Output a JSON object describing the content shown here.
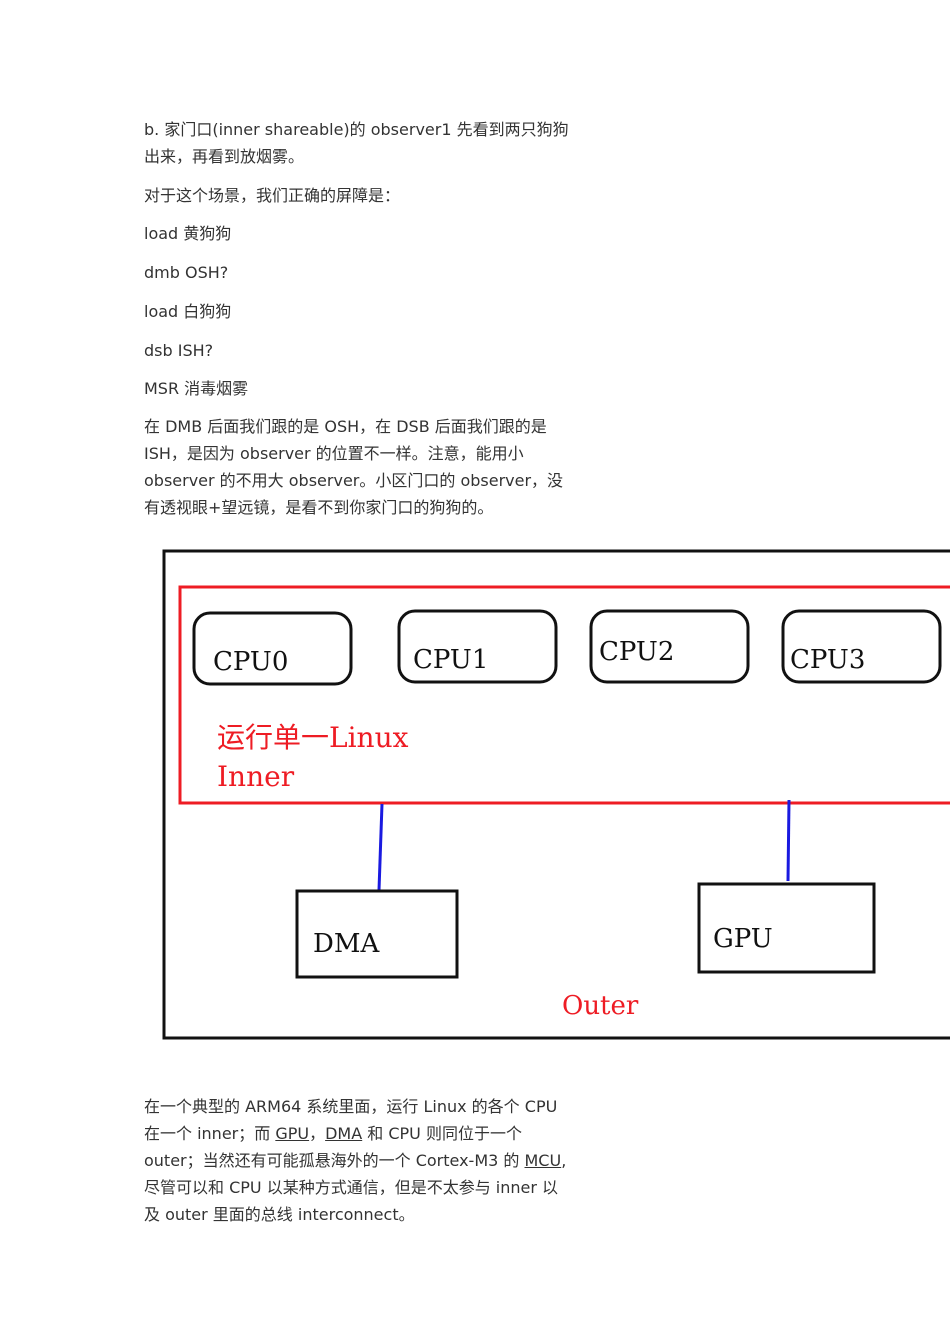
{
  "para1": "b. 家门口(inner shareable)的 observer1 先看到两只狗狗出来，再看到放烟雾。",
  "para2": "对于这个场景，我们正确的屏障是：",
  "code_lines": [
    "load 黄狗狗",
    "dmb OSH?",
    "load 白狗狗",
    "dsb ISH?",
    "MSR 消毒烟雾"
  ],
  "para3": "在 DMB 后面我们跟的是 OSH，在 DSB 后面我们跟的是 ISH，是因为 observer 的位置不一样。注意，能用小 observer 的不用大 observer。小区门口的 observer，没有透视眼+望远镜，是看不到你家门口的狗狗的。",
  "diagram": {
    "cpus": [
      "CPU0",
      "CPU1",
      "CPU2",
      "CPU3"
    ],
    "inner_label_line1": "运行单一Linux",
    "inner_label_line2": "Inner",
    "dma": "DMA",
    "gpu": "GPU",
    "outer": "Outer",
    "colors": {
      "outer_border": "#111111",
      "inner_border": "#ee1c24",
      "connector": "#1a1ae0",
      "inner_text": "#ee1c24"
    }
  },
  "para4": {
    "part1": "在一个典型的 ARM64 系统里面，运行 Linux 的各个 CPU 在一个 inner；而 ",
    "gpu_link": "GPU",
    "sep": "，",
    "dma_link": "DMA",
    "part2": " 和 CPU 则同位于一个 outer；当然还有可能孤悬海外的一个 Cortex-M3 的 ",
    "mcu_link": "MCU",
    "part3": ",尽管可以和 CPU 以某种方式通信，但是不太参与 inner 以及 outer 里面的总线 interconnect。"
  }
}
